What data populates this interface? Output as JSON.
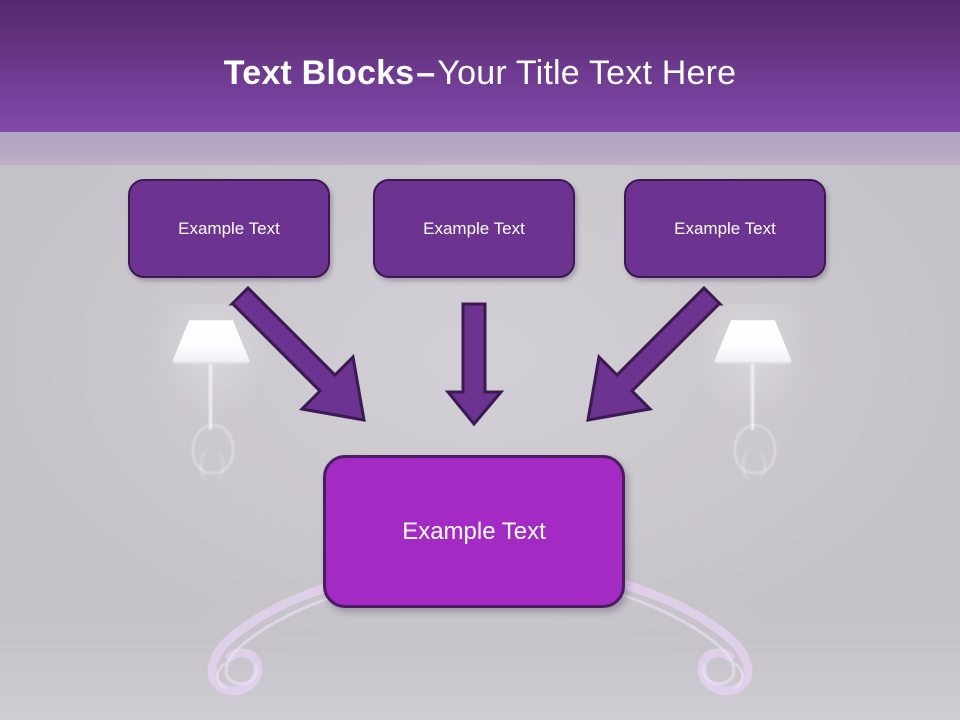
{
  "slide": {
    "title": {
      "bold_part": "Text Blocks",
      "separator": "–",
      "rest_part": "Your Title Text Here",
      "full": "Text Blocks – Your Title Text Here"
    },
    "colors": {
      "header_gradient_top": "#55296E",
      "header_gradient_bottom": "#8349AB",
      "accent_band": "#B5A8C4",
      "body_background": "#CBC8CE",
      "top_block_fill": "#6C3391",
      "top_block_border": "#3B1A52",
      "bottom_block_fill": "#A32BC4",
      "bottom_block_border": "#4A1D63",
      "arrow_fill": "#6C3391",
      "arrow_border": "#3B1A52",
      "title_text": "#FFFFFF",
      "block_text": "#FFFFFF"
    },
    "top_blocks": [
      {
        "label": "Example Text"
      },
      {
        "label": "Example Text"
      },
      {
        "label": "Example Text"
      }
    ],
    "bottom_block": {
      "label": "Example Text"
    },
    "arrows": [
      {
        "name": "arrow-left-diagonal",
        "direction": "down-right"
      },
      {
        "name": "arrow-center-vertical",
        "direction": "down"
      },
      {
        "name": "arrow-right-diagonal",
        "direction": "down-left"
      }
    ],
    "decorations": {
      "lamp_left": "lamp-icon",
      "lamp_right": "lamp-icon",
      "swirl_left": "swirl-flourish",
      "swirl_right": "swirl-flourish"
    }
  }
}
